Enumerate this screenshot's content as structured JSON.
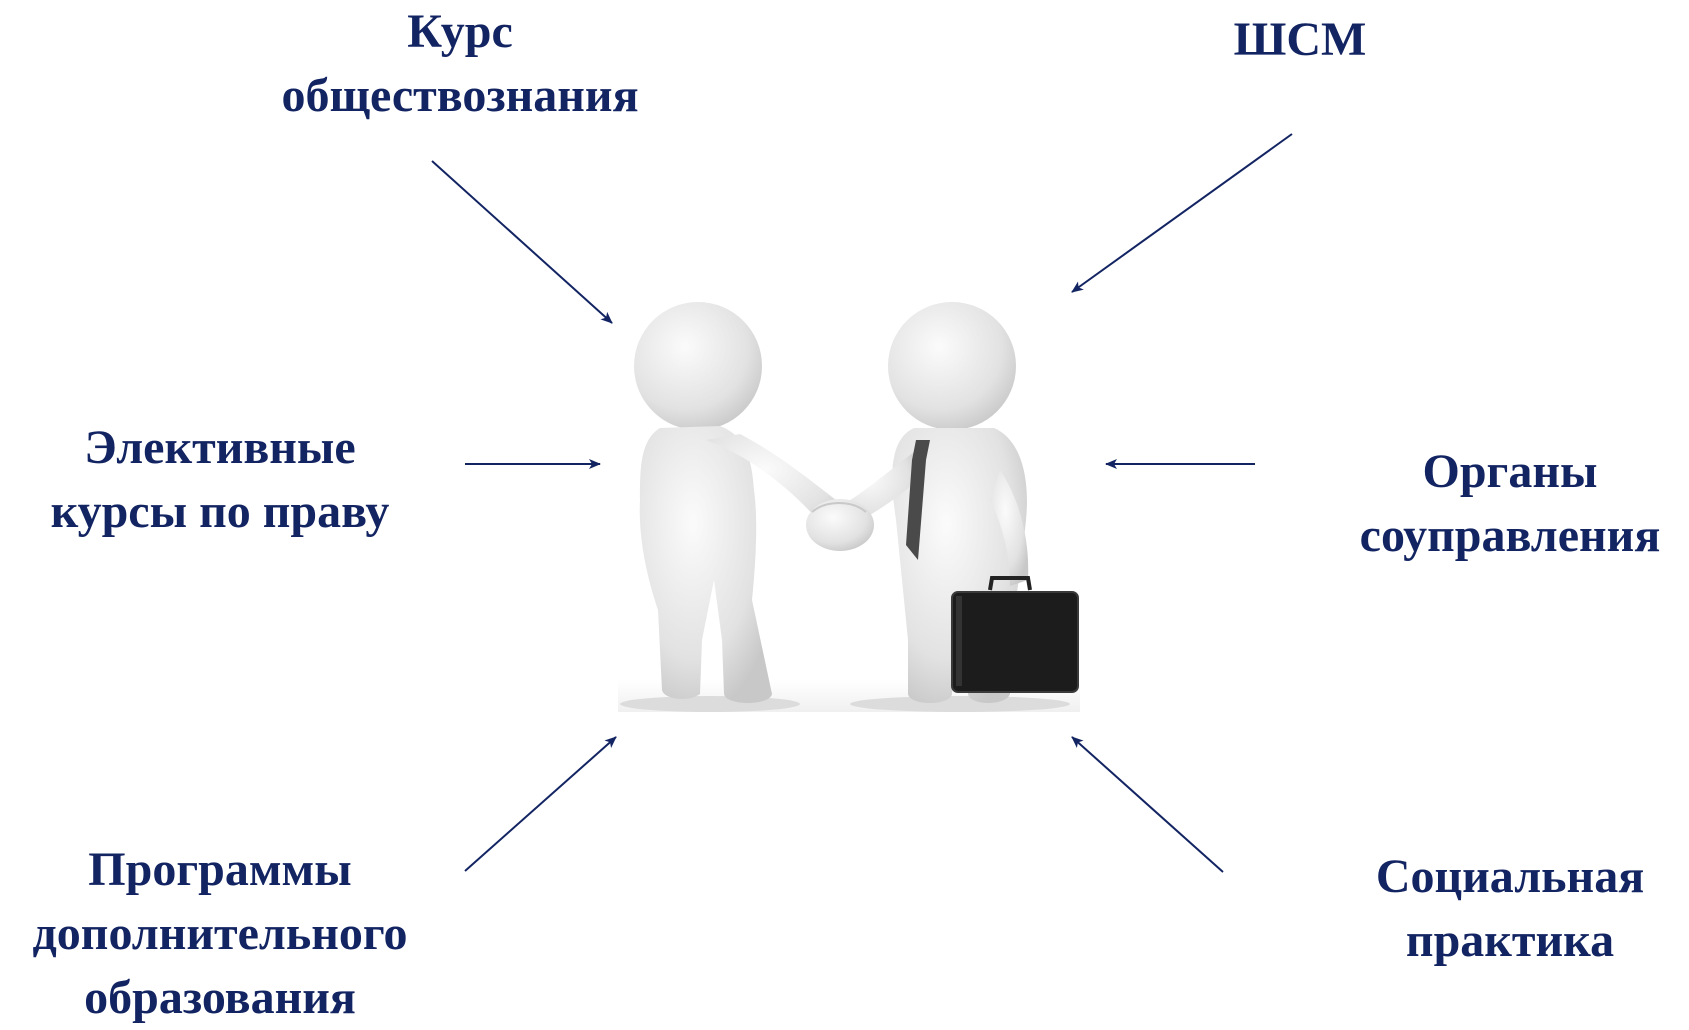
{
  "colors": {
    "text": "#132463",
    "arrow": "#132463",
    "figure": "#e6e6e6",
    "case": "#1c1c1c",
    "tie": "#4a4a4a"
  },
  "icon": "handshake-illustration",
  "nodes": [
    {
      "id": "course",
      "lines": [
        "Курс",
        "обществознания"
      ]
    },
    {
      "id": "shsm",
      "lines": [
        "ШСМ"
      ]
    },
    {
      "id": "elective",
      "lines": [
        "Элективные",
        "курсы по праву"
      ]
    },
    {
      "id": "organs",
      "lines": [
        "Органы",
        "соуправления"
      ]
    },
    {
      "id": "programs",
      "lines": [
        "Программы",
        "дополнительного",
        "образования"
      ]
    },
    {
      "id": "practice",
      "lines": [
        "Социальная",
        "практика"
      ]
    }
  ]
}
